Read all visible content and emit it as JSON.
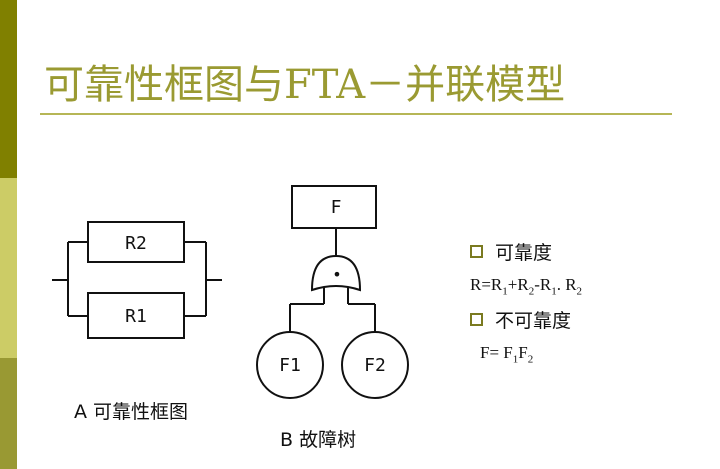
{
  "slide": {
    "title": "可靠性框图与FTA－并联模型"
  },
  "block_diagram": {
    "top_block": "R2",
    "bottom_block": "R1",
    "caption": "A 可靠性框图"
  },
  "fault_tree": {
    "top_event": "F",
    "basic_event_1": "F1",
    "basic_event_2": "F2",
    "gate_symbol": "•",
    "caption": "B 故障树"
  },
  "bullets": {
    "reliability_label": "可靠度",
    "reliability_formula": {
      "p1": "R=R",
      "s1": "1",
      "p2": "+R",
      "s2": "2",
      "p3": "-R",
      "s3": "1",
      "p4": ". R",
      "s4": "2"
    },
    "unreliability_label": "不可靠度",
    "unreliability_formula": {
      "p1": "F= F",
      "s1": "1",
      "p2": "F",
      "s2": "2"
    }
  }
}
